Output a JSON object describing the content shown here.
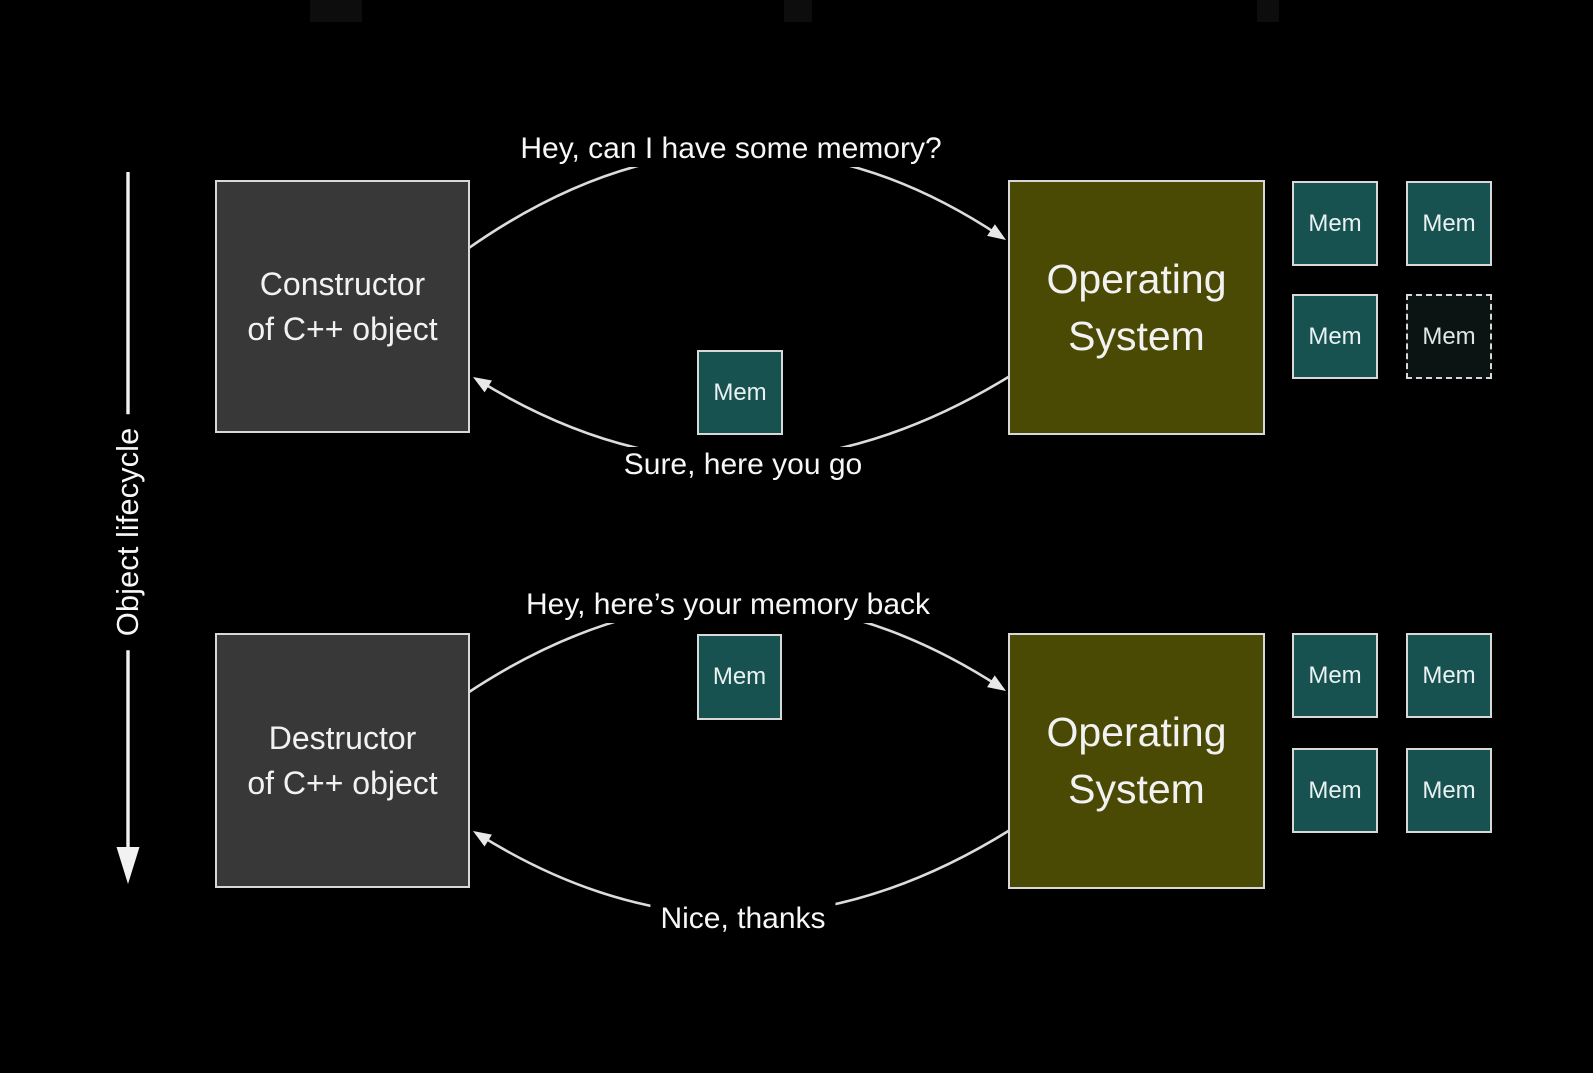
{
  "lifecycle_axis": {
    "label": "Object lifecycle",
    "direction": "downward"
  },
  "allocation_flow": {
    "source_box": {
      "line1": "Constructor",
      "line2": "of C++ object"
    },
    "os_box": {
      "line1": "Operating",
      "line2": "System"
    },
    "request_label": "Hey, can I have some memory?",
    "response_label": "Sure, here you go",
    "mem_label": "Mem"
  },
  "deallocation_flow": {
    "source_box": {
      "line1": "Destructor",
      "line2": "of C++ object"
    },
    "os_box": {
      "line1": "Operating",
      "line2": "System"
    },
    "request_label": "Hey, here’s your memory back",
    "response_label": "Nice, thanks",
    "mem_label": "Mem"
  },
  "memory_grid_allocation": {
    "cells": [
      {
        "label": "Mem",
        "state": "available"
      },
      {
        "label": "Mem",
        "state": "available"
      },
      {
        "label": "Mem",
        "state": "available"
      },
      {
        "label": "Mem",
        "state": "handed-out"
      }
    ]
  },
  "memory_grid_deallocation": {
    "cells": [
      {
        "label": "Mem",
        "state": "available"
      },
      {
        "label": "Mem",
        "state": "available"
      },
      {
        "label": "Mem",
        "state": "available"
      },
      {
        "label": "Mem",
        "state": "available"
      }
    ]
  },
  "colors": {
    "background": "#000000",
    "object_box_fill": "#383838",
    "os_box_fill": "#4b4a04",
    "mem_box_fill": "#175150",
    "mem_box_empty_fill": "#0b1313",
    "box_border": "#d8d8d8",
    "arrow": "#dcdcdc",
    "text": "#f7f7f7"
  }
}
